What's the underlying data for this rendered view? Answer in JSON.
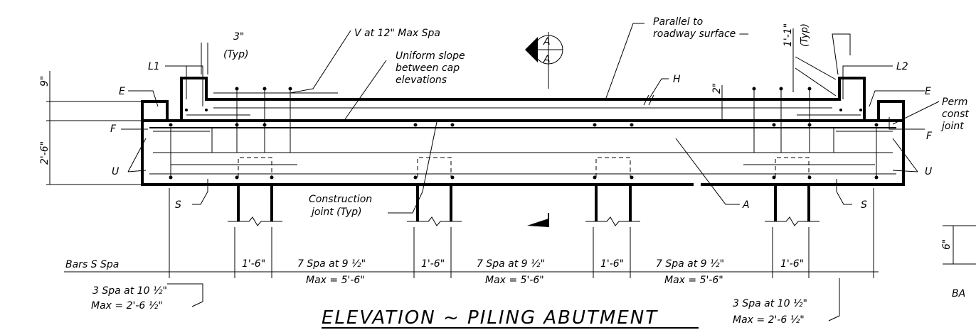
{
  "title": "ELEVATION ~ PILING ABUTMENT",
  "labels": {
    "v_spacing": "V at 12\" Max Spa",
    "uniform_slope": [
      "Uniform slope",
      "between cap",
      "elevations"
    ],
    "parallel": [
      "Parallel to",
      "roadway surface —"
    ],
    "typ_top": "1'-1\"",
    "typ_top_sub": "(Typ)",
    "three_in": "3\"",
    "three_in_sub": "(Typ)",
    "l1": "L1",
    "l2": "L2",
    "e_left": "E",
    "e_right": "E",
    "f_left": "F",
    "f_right": "F",
    "u_left": "U",
    "u_right": "U",
    "s_left": "S",
    "s_right": "S",
    "h": "H",
    "a": "A",
    "dim_nine": "9\"",
    "dim_two_six": "2'-6\"",
    "dim_two_in": "2\"",
    "dim_six": "6\"",
    "construction_joint": [
      "Construction",
      "joint (Typ)"
    ],
    "perm_const": [
      "Perm",
      "const",
      "joint"
    ],
    "section_a": "A",
    "bars_s_spa": "Bars S Spa",
    "one_six": "1'-6\"",
    "seven_spa": "7 Spa at 9 ½\"",
    "max_five_six": "Max = 5'-6\"",
    "three_spa": "3 Spa at 10 ½\"",
    "max_two_six": "Max = 2'-6 ½\"",
    "ba": "BA"
  }
}
